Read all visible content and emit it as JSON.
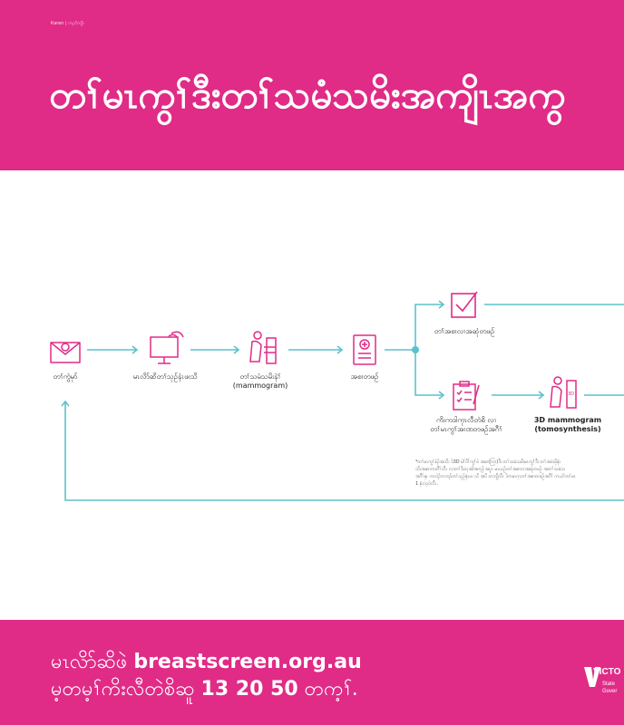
{
  "header": {
    "lang_tag": "Karen | ကညီကျိာ်",
    "title": "တၢ်မၤကွၢ်ဒီးတၢ်သမံသမိးအကျိၤအကွ"
  },
  "flow": {
    "steps": [
      {
        "label": "တၢ်ကွဲမုာ်",
        "icon": "envelope-icon"
      },
      {
        "label": "မၤလိာ်ဆိတၢ်သုဉ်နံၤဖးသိ",
        "icon": "computer-phone-icon"
      },
      {
        "label_line1": "တၢ်သမံသမိးနဲၢ်",
        "label_line2": "(mammogram)",
        "icon": "mammogram-machine-icon"
      },
      {
        "label": "အစၢတဖဉ်",
        "icon": "results-document-icon"
      }
    ],
    "branch_top": {
      "label": "တၢ်အစၢလၢအဆုံတဖဉ်",
      "icon": "checkbox-icon"
    },
    "branch_bottom": {
      "label_line1": "ကိးကဒါကုၤလီတဲစိ လၢ",
      "label_line2": "တၢ်မၤကွၢ်အၢဏတဖဉ်အဂီၢ်",
      "icon": "clipboard-checklist-icon"
    },
    "tomo": {
      "label_line1": "3D mammogram",
      "label_line2": "(tomosynthesis)",
      "icon": "3d-mammogram-icon",
      "badge": "3D"
    },
    "note": [
      "*တၢ်မၤကွၢ်ခဲၣ်အသိး ဒ်3D မဲၢ်ပိၢ်ကွၢ်ဖဲ အစၢ(ကြၢ)ဒီး တၢ်သမံသမိးမၤကွၢ်ဒီး တၢ်အဖံးဖိုနဲၤ",
      "သိးအဆၢကတီၢ်လီၤ လၢတၢ်ဒိးသ့အါအကျါ အပူၤ မၤယဉ်တၢ်အစၢလၢအရဲတဖဉ် အတၢ်သမံသ",
      "အဂီၢ်နှၤ ကလဲၣ်ကဘၣ်တၢ်သုဉ်နံၤဖး သိ အပိ တဘျိလီၤ ဒ်ကမၤဂ့ၤတၢ်အစၢတဖဉ်အဂီၢ် ကယဲၢ်တၢ်မၤ",
      "1 နံၤသ့ဝဲလီၤ."
    ]
  },
  "footer": {
    "line1_prefix": "မၤလိာ်ဆိဖဲ ",
    "line1_link": "breastscreen.org.au",
    "line2_prefix": "မ့တမ့ၢ်ကိးလီတဲစိဆူ ",
    "line2_phone": "13 20 50",
    "line2_suffix": " တက့ၢ်."
  },
  "logo": {
    "text1": "VICTO",
    "text2": "State",
    "text3": "Gover"
  },
  "colors": {
    "brand_pink": "#e02b87",
    "flow_teal": "#5bc2cc"
  }
}
